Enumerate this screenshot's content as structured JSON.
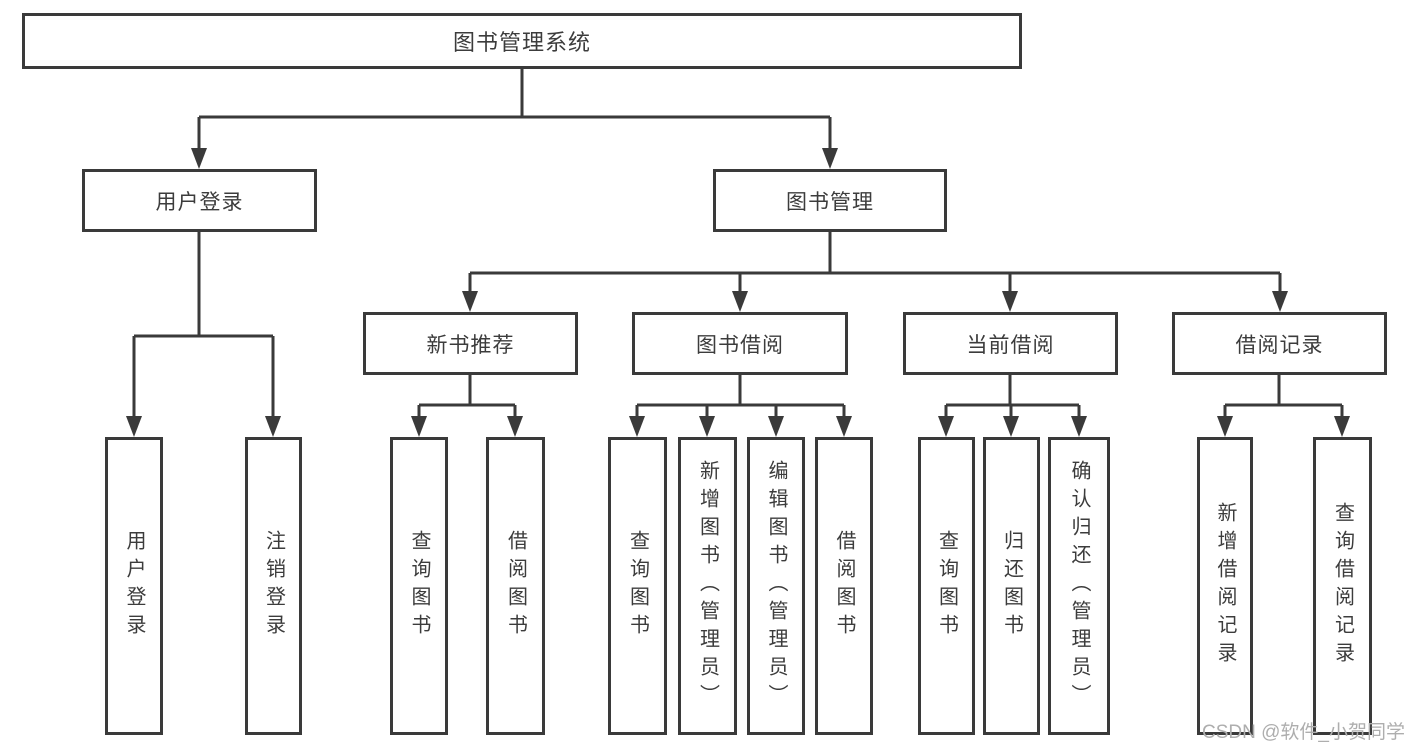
{
  "tree": {
    "label": "图书管理系统",
    "children": [
      {
        "label": "用户登录",
        "children": [
          {
            "label": "用户登录"
          },
          {
            "label": "注销登录"
          }
        ]
      },
      {
        "label": "图书管理",
        "children": [
          {
            "label": "新书推荐",
            "children": [
              {
                "label": "查询图书"
              },
              {
                "label": "借阅图书"
              }
            ]
          },
          {
            "label": "图书借阅",
            "children": [
              {
                "label": "查询图书"
              },
              {
                "label": "新增图书（管理员）"
              },
              {
                "label": "编辑图书（管理员）"
              },
              {
                "label": "借阅图书"
              }
            ]
          },
          {
            "label": "当前借阅",
            "children": [
              {
                "label": "查询图书"
              },
              {
                "label": "归还图书"
              },
              {
                "label": "确认归还（管理员）"
              }
            ]
          },
          {
            "label": "借阅记录",
            "children": [
              {
                "label": "新增借阅记录"
              },
              {
                "label": "查询借阅记录"
              }
            ]
          }
        ]
      }
    ]
  },
  "watermark": {
    "text": "CSDN @软件_小贺同学"
  },
  "colors": {
    "line": "#3a3a3a",
    "box_border": "#3a3a3a",
    "text": "#3c3c3c",
    "watermark": "#aeaeae",
    "background": "#ffffff"
  }
}
